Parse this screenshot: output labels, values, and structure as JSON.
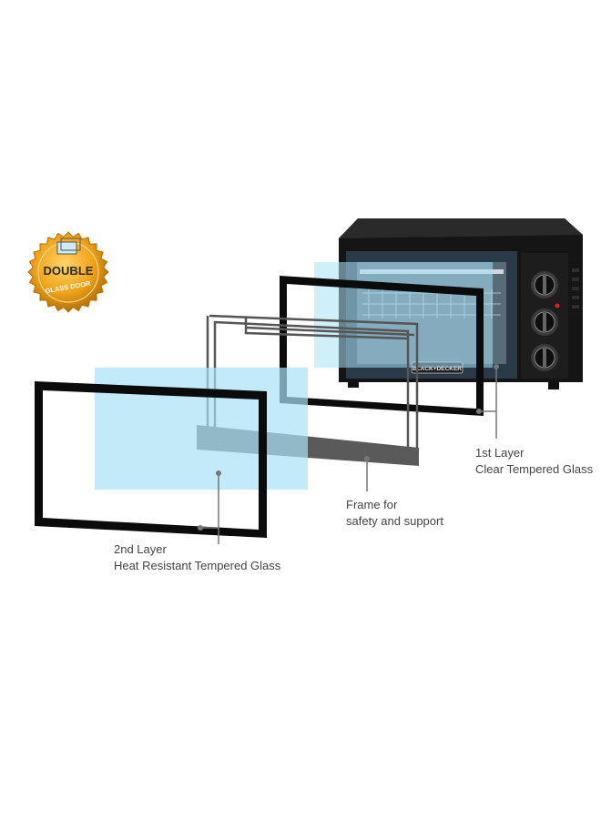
{
  "badge": {
    "line1": "DOUBLE",
    "line2": "GLASS DOOR",
    "gold": "#f0a31a",
    "gold_dark": "#b36f05"
  },
  "oven": {
    "brand": "BLACK+DECKER",
    "body_color": "#111111"
  },
  "layers": [
    {
      "id": "first",
      "title": "1st Layer",
      "subtitle": "Clear Tempered Glass"
    },
    {
      "id": "frame",
      "title": "Frame for",
      "subtitle": "safety and support"
    },
    {
      "id": "second",
      "title": "2nd Layer",
      "subtitle": "Heat Resistant Tempered Glass"
    }
  ],
  "colors": {
    "glass": "#a8e1f7",
    "frame_black": "#0b0b0b",
    "support_frame": "#555555",
    "leader": "#777777"
  }
}
